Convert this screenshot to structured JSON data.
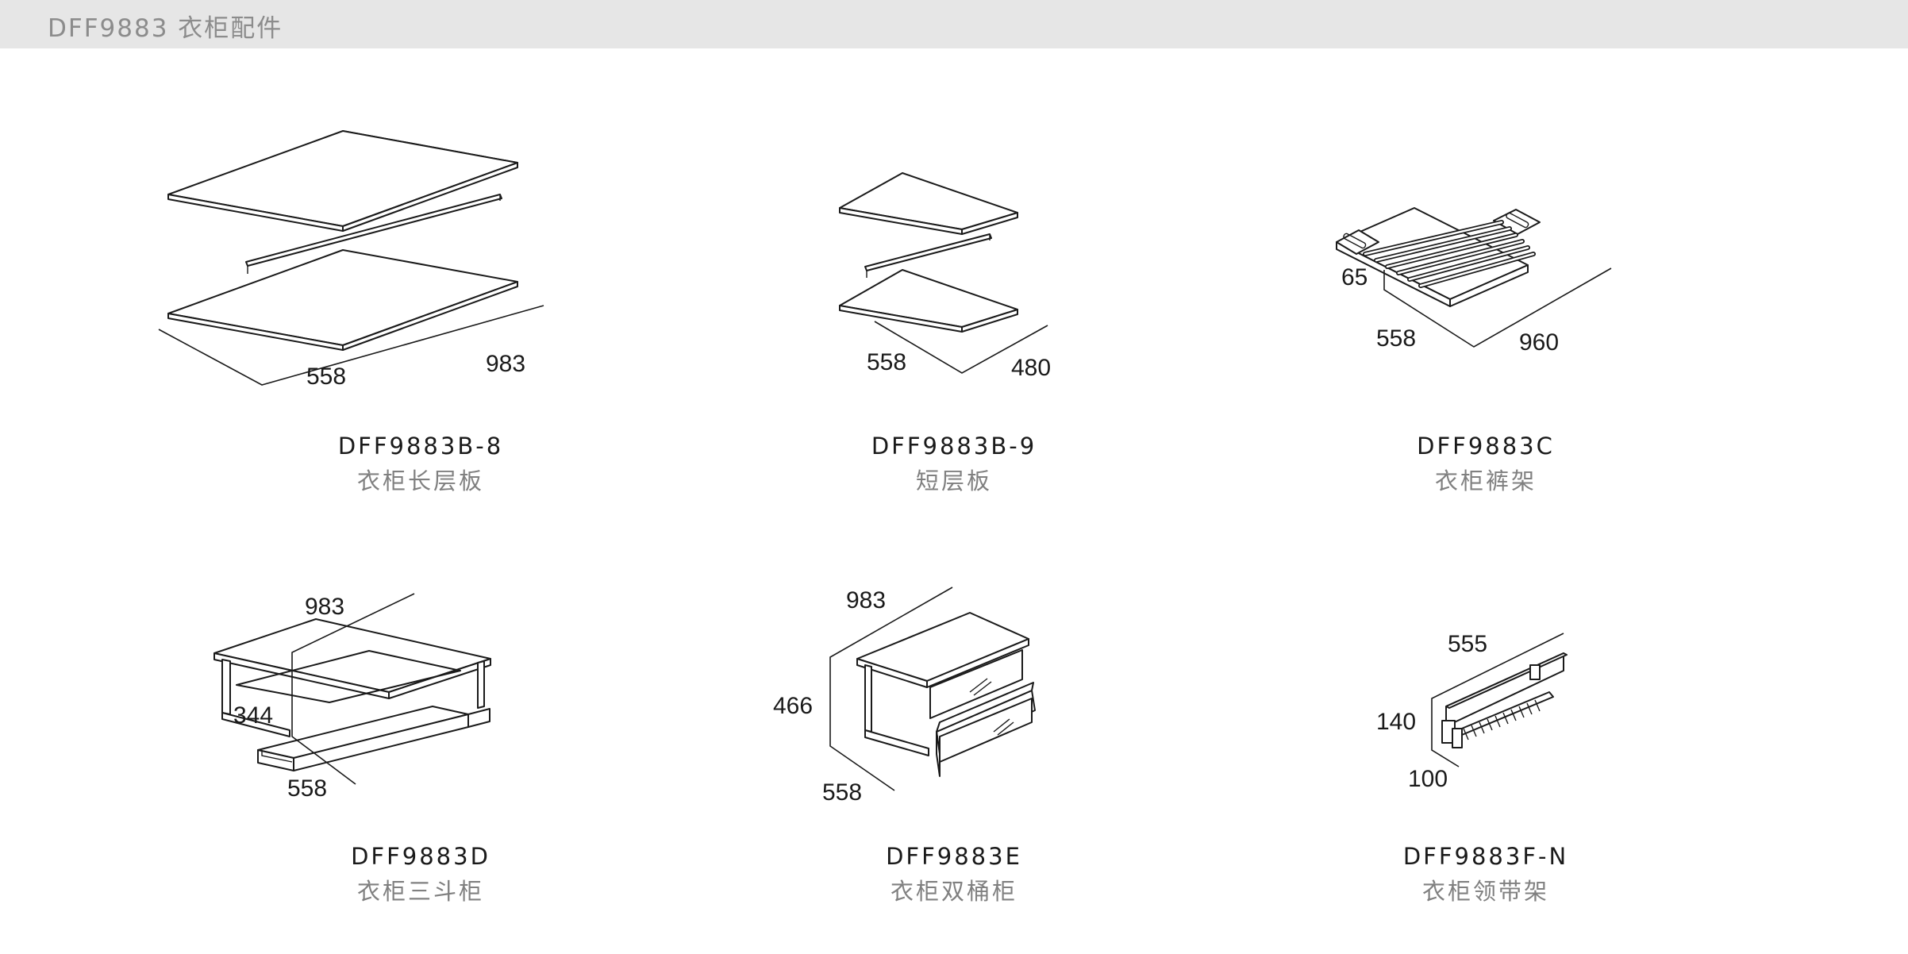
{
  "header": {
    "title": "DFF9883 衣柜配件"
  },
  "products": [
    {
      "code": "DFF9883B-8",
      "name": "衣柜长层板",
      "dims": [
        "558",
        "983"
      ]
    },
    {
      "code": "DFF9883B-9",
      "name": "短层板",
      "dims": [
        "558",
        "480"
      ]
    },
    {
      "code": "DFF9883C",
      "name": "衣柜裤架",
      "dims": [
        "65",
        "558",
        "960"
      ]
    },
    {
      "code": "DFF9883D",
      "name": "衣柜三斗柜",
      "dims": [
        "983",
        "344",
        "558"
      ]
    },
    {
      "code": "DFF9883E",
      "name": "衣柜双桶柜",
      "dims": [
        "983",
        "466",
        "558"
      ]
    },
    {
      "code": "DFF9883F-N",
      "name": "衣柜领带架",
      "dims": [
        "555",
        "140",
        "100"
      ]
    }
  ]
}
